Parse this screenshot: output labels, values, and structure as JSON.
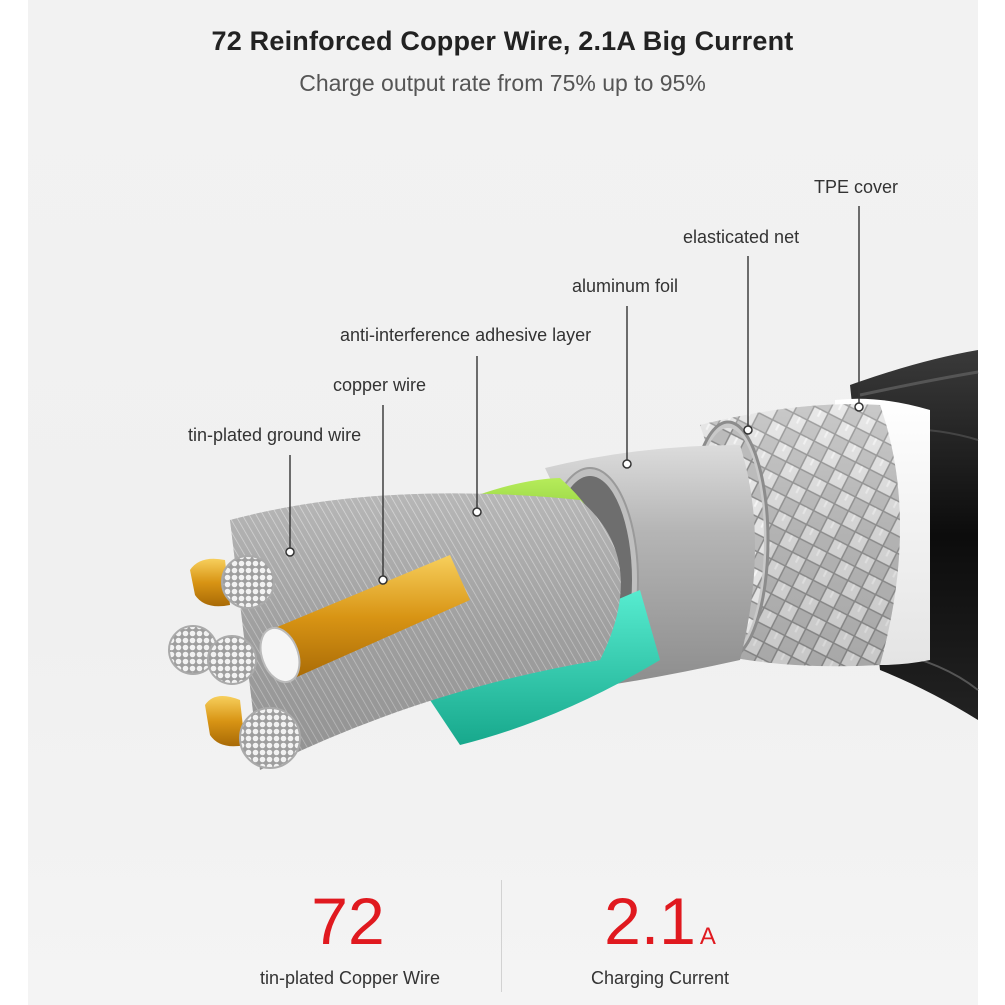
{
  "header": {
    "title": "72 Reinforced Copper Wire, 2.1A Big Current",
    "subtitle": "Charge output rate from 75% up to 95%"
  },
  "diagram": {
    "labels": {
      "tin_plated_ground_wire": "tin-plated ground wire",
      "copper_wire": "copper wire",
      "anti_interference_layer": "anti-interference adhesive layer",
      "aluminum_foil": "aluminum foil",
      "elasticated_net": "elasticated net",
      "tpe_cover": "TPE cover"
    },
    "colors": {
      "accent_red": "#e0191f",
      "tpe_black": "#111111",
      "braid_silver": "#bdbdbd",
      "foil_grey": "#a9a9a9",
      "adhesive_green": "#8fd13a",
      "inner_teal": "#2fd3b3",
      "copper_gold": "#e0a020"
    }
  },
  "stats": [
    {
      "value": "72",
      "unit": "",
      "caption": "tin-plated Copper Wire"
    },
    {
      "value": "2.1",
      "unit": "A",
      "caption": "Charging Current"
    }
  ]
}
